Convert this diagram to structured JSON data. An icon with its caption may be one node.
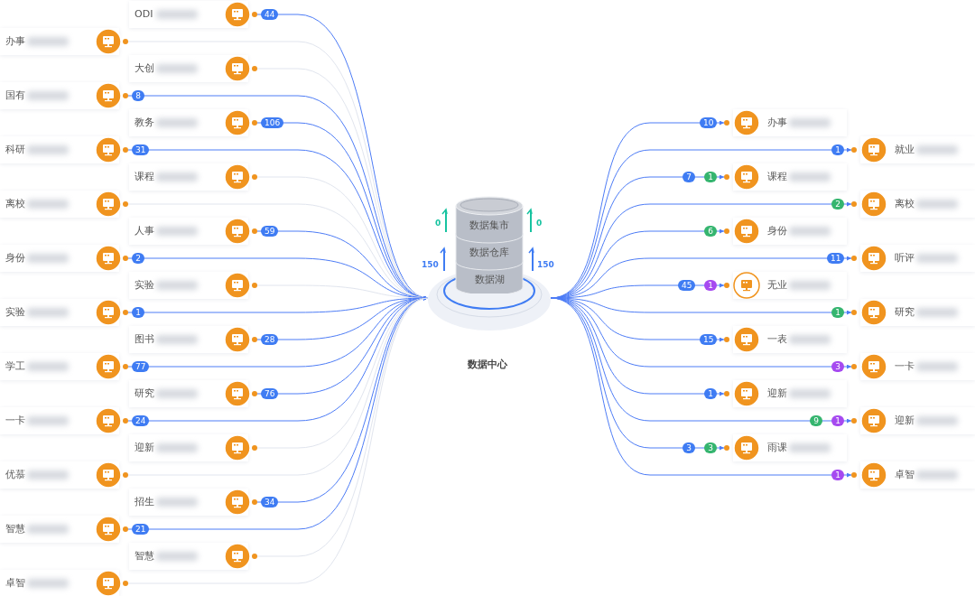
{
  "diagram": {
    "nodes": [
      {
        "text": [
          "数据集市",
          "数据仓库",
          "数据湖"
        ]
      },
      {
        "text": [
          "ODI"
        ]
      },
      {
        "text": [
          "办事"
        ]
      },
      {
        "text": [
          "大创"
        ]
      },
      {
        "text": [
          "国有"
        ]
      },
      {
        "text": [
          "教务"
        ]
      },
      {
        "text": [
          "科研"
        ]
      },
      {
        "text": [
          "课程"
        ]
      },
      {
        "text": [
          "离校"
        ]
      },
      {
        "text": [
          "人事"
        ]
      },
      {
        "text": [
          "身份"
        ]
      },
      {
        "text": [
          "实验"
        ]
      },
      {
        "text": [
          "实验"
        ]
      },
      {
        "text": [
          "图书"
        ]
      },
      {
        "text": [
          "学工"
        ]
      },
      {
        "text": [
          "研究"
        ]
      },
      {
        "text": [
          "一卡"
        ]
      },
      {
        "text": [
          "迎新"
        ]
      },
      {
        "text": [
          "优慕"
        ]
      },
      {
        "text": [
          "招生"
        ]
      },
      {
        "text": [
          "智慧"
        ]
      },
      {
        "text": [
          "智慧"
        ]
      },
      {
        "text": [
          "卓智"
        ]
      },
      {
        "text": [
          "办事"
        ]
      },
      {
        "text": [
          "就业"
        ]
      },
      {
        "text": [
          "课程"
        ]
      },
      {
        "text": [
          "离校"
        ]
      },
      {
        "text": [
          "身份"
        ]
      },
      {
        "text": [
          "听评"
        ]
      },
      {
        "text": [
          "无业"
        ]
      },
      {
        "text": [
          "研究"
        ]
      },
      {
        "text": [
          "一表"
        ]
      },
      {
        "text": [
          "一卡"
        ]
      },
      {
        "text": [
          "迎新"
        ]
      },
      {
        "text": [
          "迎新"
        ]
      },
      {
        "text": [
          "雨课"
        ]
      },
      {
        "text": [
          "卓智"
        ]
      }
    ],
    "edges": [
      {
        "from": 1,
        "to": 0,
        "arrow": "to",
        "label": "44"
      },
      {
        "from": 2,
        "to": 0,
        "arrow": "none",
        "color": "#e1e5ee"
      },
      {
        "from": 3,
        "to": 0,
        "arrow": "none",
        "color": "#e1e5ee"
      },
      {
        "from": 4,
        "to": 0,
        "arrow": "to",
        "label": "8"
      },
      {
        "from": 5,
        "to": 0,
        "arrow": "to",
        "label": "106"
      },
      {
        "from": 6,
        "to": 0,
        "arrow": "to",
        "label": "31"
      },
      {
        "from": 7,
        "to": 0,
        "arrow": "none",
        "color": "#e1e5ee"
      },
      {
        "from": 8,
        "to": 0,
        "arrow": "none",
        "color": "#e1e5ee"
      },
      {
        "from": 9,
        "to": 0,
        "arrow": "to",
        "label": "59"
      },
      {
        "from": 10,
        "to": 0,
        "arrow": "to",
        "label": "2"
      },
      {
        "from": 11,
        "to": 0,
        "arrow": "none",
        "color": "#e1e5ee"
      },
      {
        "from": 12,
        "to": 0,
        "arrow": "to",
        "label": "1"
      },
      {
        "from": 13,
        "to": 0,
        "arrow": "to",
        "label": "28"
      },
      {
        "from": 14,
        "to": 0,
        "arrow": "to",
        "label": "77"
      },
      {
        "from": 15,
        "to": 0,
        "arrow": "to",
        "label": "76"
      },
      {
        "from": 16,
        "to": 0,
        "arrow": "to",
        "label": "24"
      },
      {
        "from": 17,
        "to": 0,
        "arrow": "none",
        "color": "#e1e5ee"
      },
      {
        "from": 18,
        "to": 0,
        "arrow": "none",
        "color": "#e1e5ee"
      },
      {
        "from": 19,
        "to": 0,
        "arrow": "to",
        "label": "34"
      },
      {
        "from": 20,
        "to": 0,
        "arrow": "to",
        "label": "21"
      },
      {
        "from": 21,
        "to": 0,
        "arrow": "none",
        "color": "#e1e5ee"
      },
      {
        "from": 22,
        "to": 0,
        "arrow": "none",
        "color": "#e1e5ee"
      },
      {
        "from": 0,
        "to": 23,
        "arrow": "to",
        "label": "10"
      },
      {
        "from": 0,
        "to": 24,
        "arrow": "to",
        "label": "1"
      },
      {
        "from": 0,
        "to": 25,
        "arrow": "to",
        "label": "7 1"
      },
      {
        "from": 0,
        "to": 26,
        "arrow": "to",
        "label": "2"
      },
      {
        "from": 0,
        "to": 27,
        "arrow": "to",
        "label": "6"
      },
      {
        "from": 0,
        "to": 28,
        "arrow": "to",
        "label": "11"
      },
      {
        "from": 0,
        "to": 29,
        "arrow": "to",
        "label": "45 1"
      },
      {
        "from": 0,
        "to": 30,
        "arrow": "to",
        "label": "1"
      },
      {
        "from": 0,
        "to": 31,
        "arrow": "to",
        "label": "15"
      },
      {
        "from": 0,
        "to": 32,
        "arrow": "to",
        "label": "3"
      },
      {
        "from": 0,
        "to": 33,
        "arrow": "to",
        "label": "1"
      },
      {
        "from": 0,
        "to": 34,
        "arrow": "to",
        "label": "9 1"
      },
      {
        "from": 0,
        "to": 35,
        "arrow": "to",
        "label": "3 3"
      },
      {
        "from": 0,
        "to": 36,
        "arrow": "to",
        "label": "1"
      }
    ],
    "labels": [
      "0",
      "0",
      "150",
      "150",
      "数据中心"
    ]
  }
}
